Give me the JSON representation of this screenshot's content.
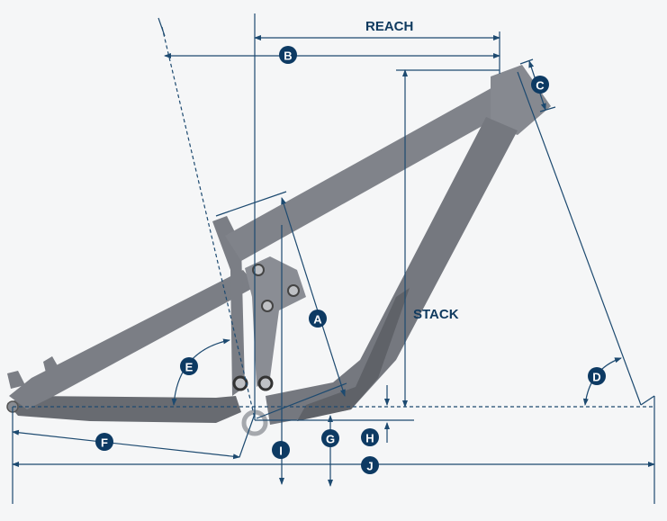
{
  "diagram": {
    "labels": {
      "reach": "REACH",
      "stack": "STACK"
    },
    "badges": {
      "A": "A",
      "B": "B",
      "C": "C",
      "D": "D",
      "E": "E",
      "F": "F",
      "G": "G",
      "H": "H",
      "I": "I",
      "J": "J"
    },
    "colors": {
      "line": "#1d4a70",
      "badge": "#0d3a63",
      "frame": "#7b7e85",
      "frame_dark": "#5f6268",
      "background": "#f5f6f7"
    }
  }
}
